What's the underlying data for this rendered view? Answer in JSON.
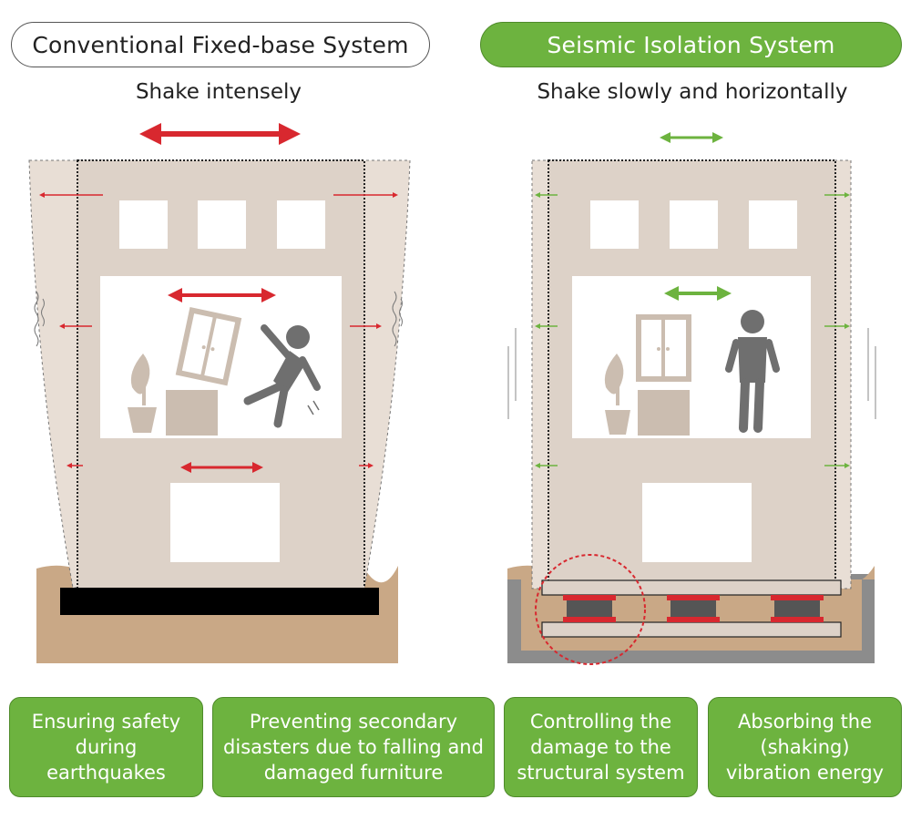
{
  "left_panel": {
    "title": "Conventional Fixed-base System",
    "subtitle": "Shake intensely"
  },
  "right_panel": {
    "title": "Seismic Isolation System",
    "subtitle": "Shake slowly and horizontally"
  },
  "benefits": [
    "Ensuring safety during earthquakes",
    "Preventing secondary disasters due to falling and damaged furniture",
    "Controlling the damage to the structural system",
    "Absorbing the (shaking) vibration energy"
  ],
  "colors": {
    "accent_green": "#6db33f",
    "alert_red": "#d8282f",
    "building_beige": "#ddd2c8",
    "ground_tan": "#c9a886",
    "furniture_gray": "#cbbdb0",
    "person_gray": "#6f6f6f"
  }
}
